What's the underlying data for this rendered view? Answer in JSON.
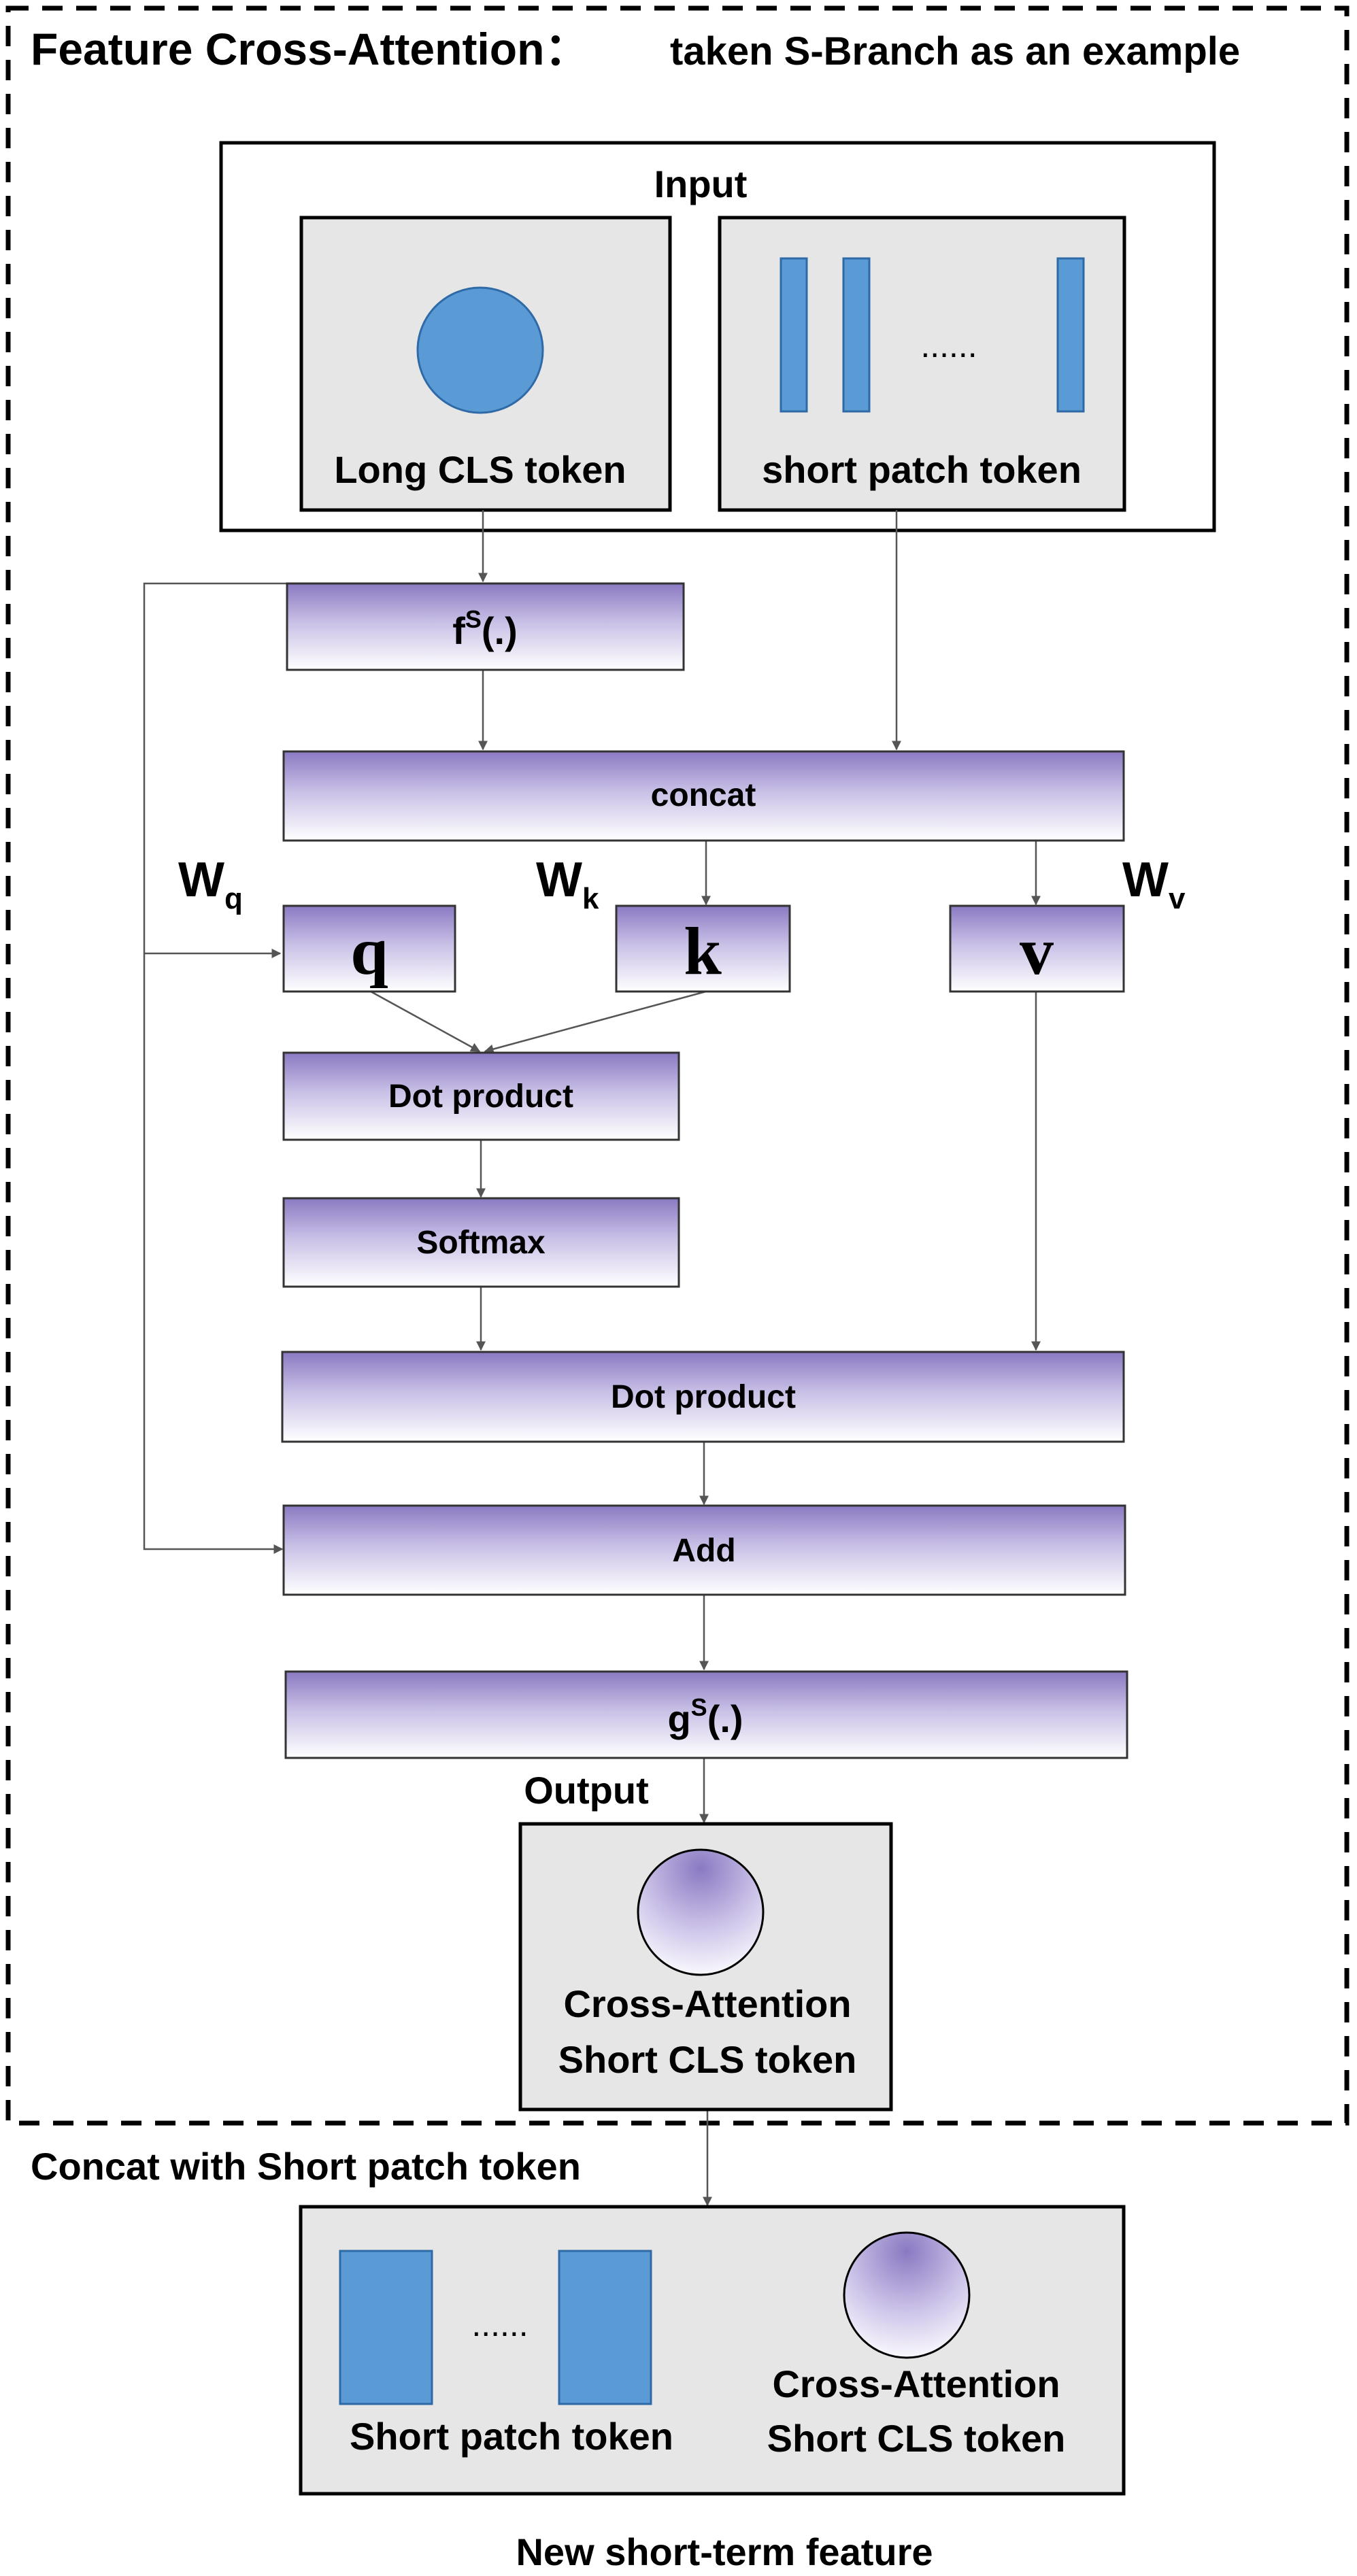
{
  "title": {
    "main": "Feature Cross-Attention：",
    "sub": "taken S-Branch as an example"
  },
  "input": {
    "heading": "Input",
    "long_cls": "Long CLS token",
    "short_patch": "short patch token",
    "dots": "......"
  },
  "nodes": {
    "fs": "f",
    "fs_sup": "S",
    "fs_tail": "(.)",
    "concat": "concat",
    "wq": "W",
    "wq_sub": "q",
    "wk": "W",
    "wk_sub": "k",
    "wv": "W",
    "wv_sub": "v",
    "q": "q",
    "k": "k",
    "v": "v",
    "dot1": "Dot product",
    "softmax": "Softmax",
    "dot2": "Dot product",
    "add": "Add",
    "gs": "g",
    "gs_sup": "S",
    "gs_tail": "(.)"
  },
  "output": {
    "heading": "Output",
    "line1": "Cross-Attention",
    "line2": "Short CLS token"
  },
  "bottom": {
    "concat_label": "Concat with Short patch token",
    "patch_label": "Short patch token",
    "dots": "......",
    "cls_line1": "Cross-Attention",
    "cls_line2": "Short CLS token",
    "caption": "New short-term feature"
  },
  "colors": {
    "token_blue": "#5b9bd5",
    "purple_dark": "#8a79c2",
    "purple_light": "#ffffff",
    "panel_gray": "#e6e6e6"
  }
}
